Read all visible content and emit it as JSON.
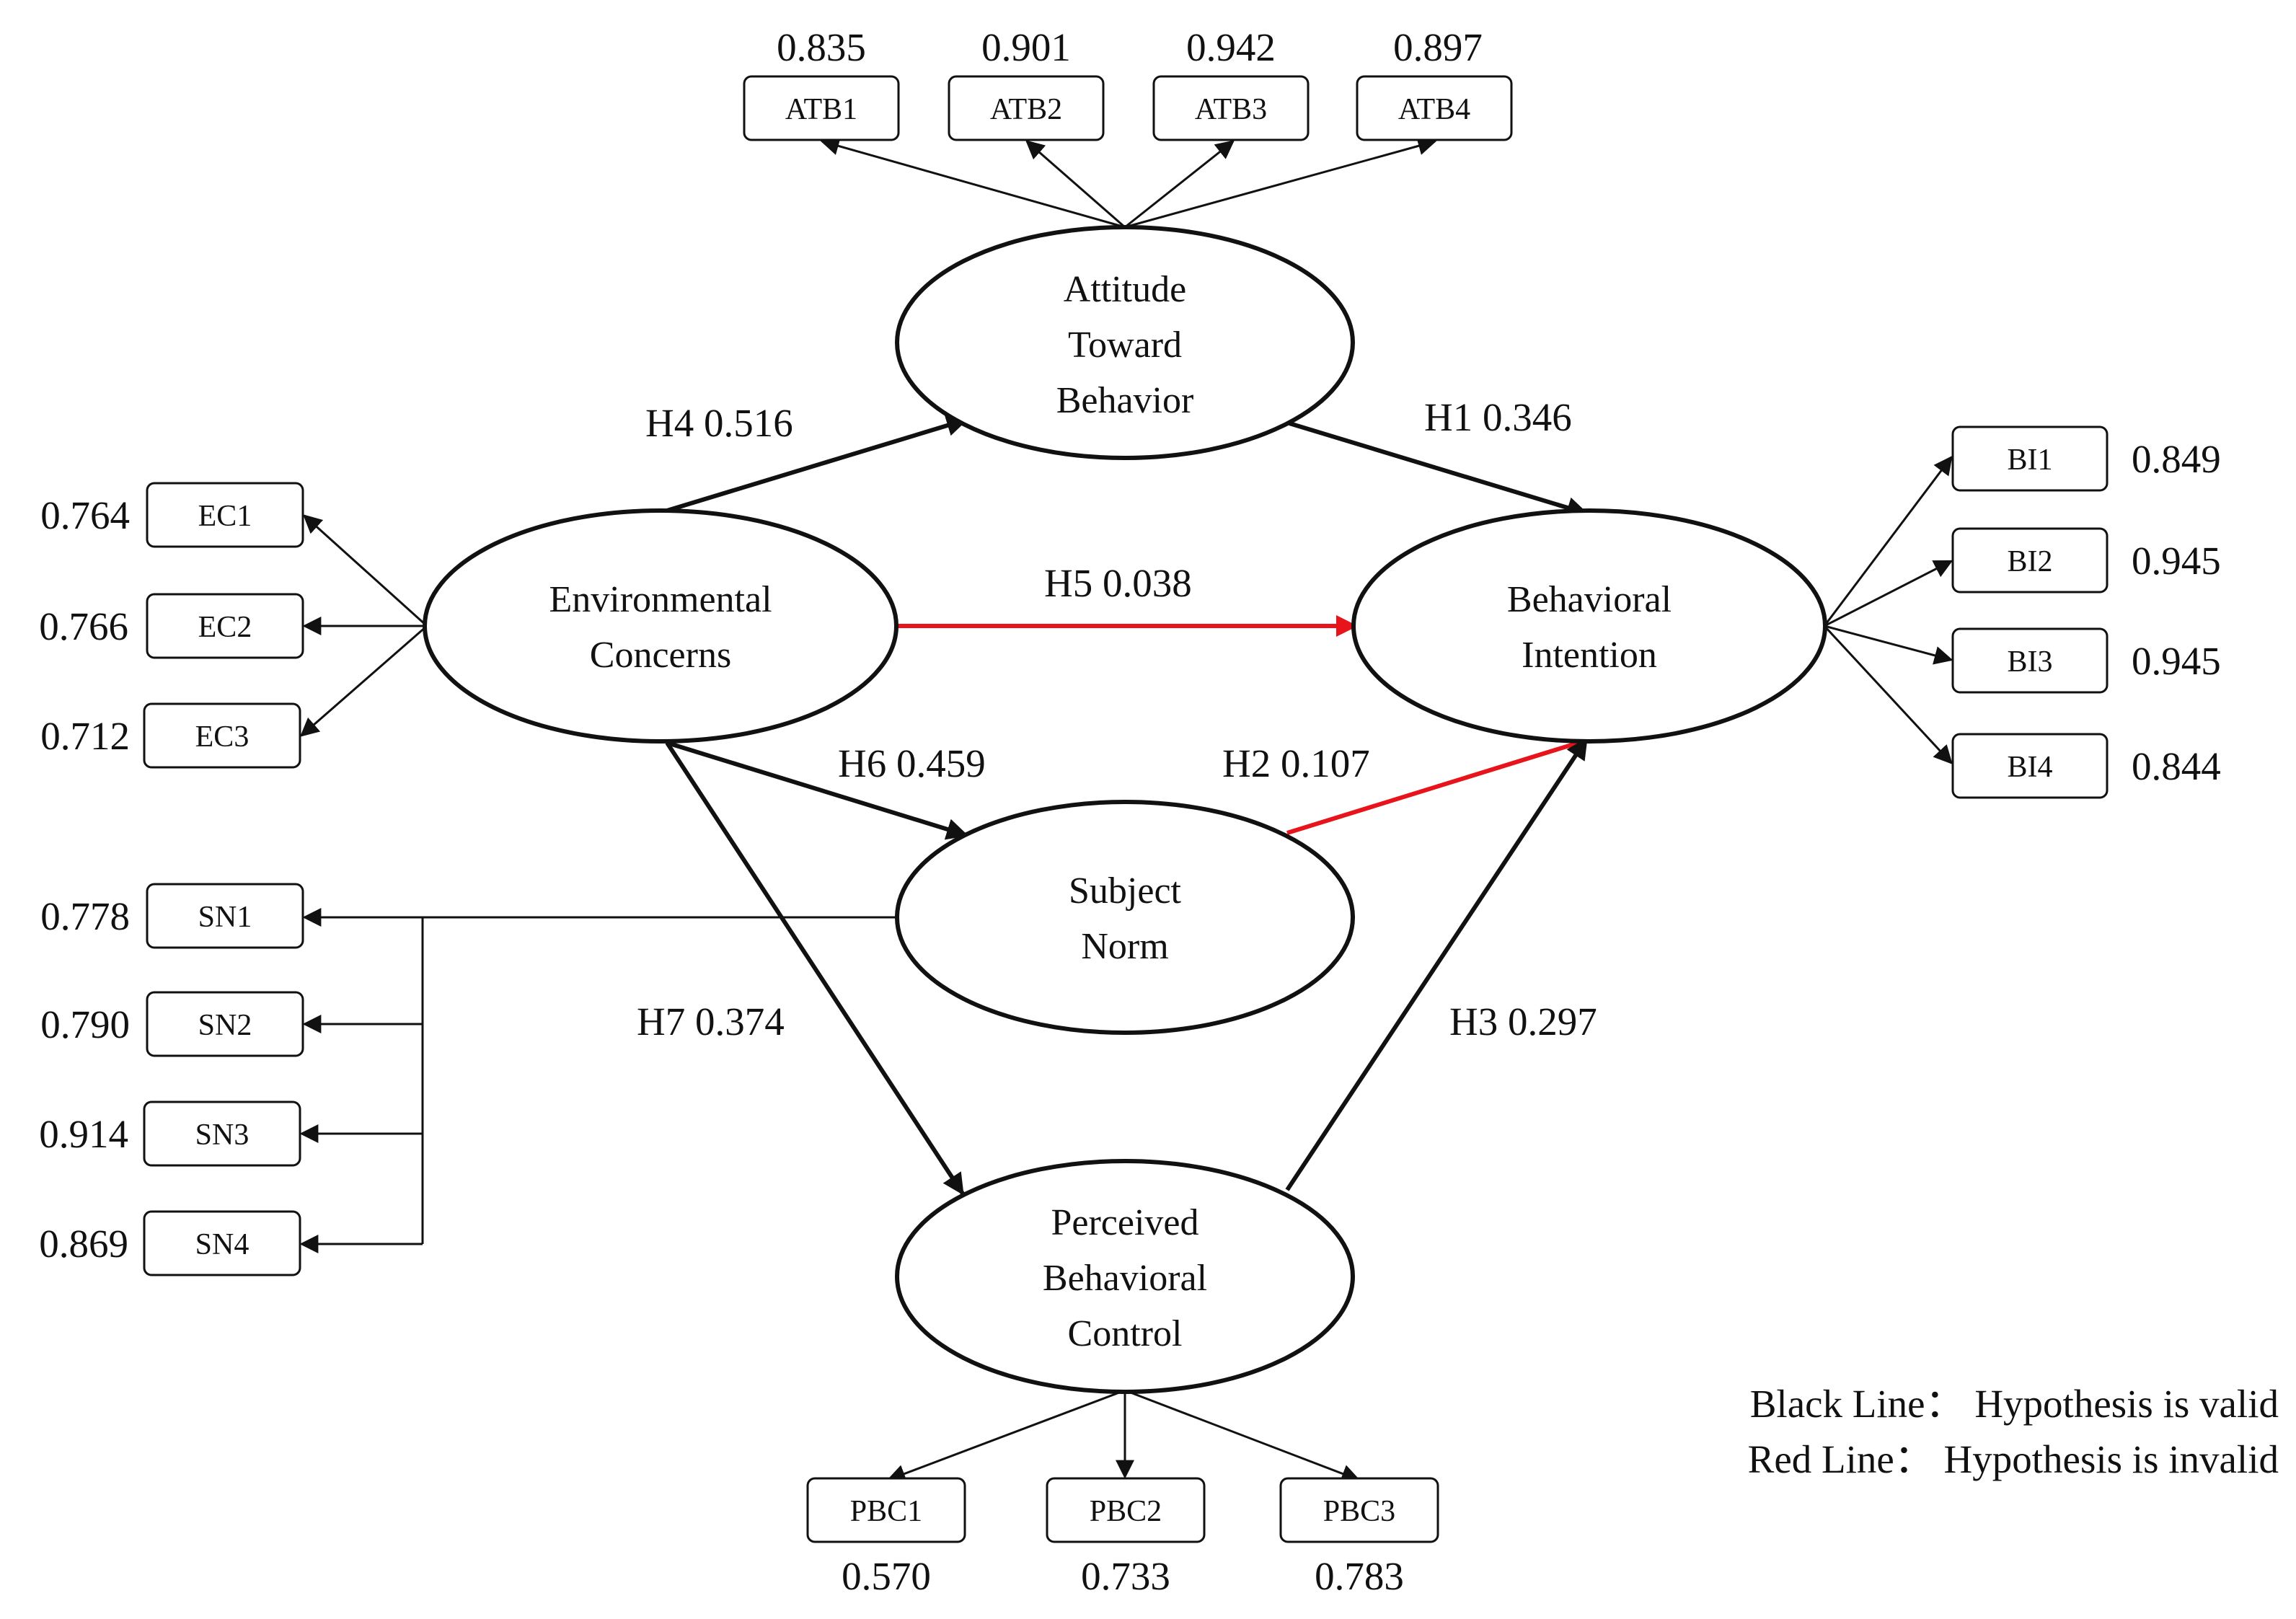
{
  "colors": {
    "valid": "#111111",
    "invalid": "#e8141b",
    "background": "#ffffff"
  },
  "constructs": {
    "atb": {
      "lines": [
        "Attitude",
        "Toward",
        "Behavior"
      ]
    },
    "ec": {
      "lines": [
        "Environmental",
        "Concerns"
      ]
    },
    "bi": {
      "lines": [
        "Behavioral",
        "Intention"
      ]
    },
    "sn": {
      "lines": [
        "Subject",
        "Norm"
      ]
    },
    "pbc": {
      "lines": [
        "Perceived",
        "Behavioral",
        "Control"
      ]
    }
  },
  "indicators": {
    "atb": [
      {
        "label": "ATB1",
        "loading": "0.835"
      },
      {
        "label": "ATB2",
        "loading": "0.901"
      },
      {
        "label": "ATB3",
        "loading": "0.942"
      },
      {
        "label": "ATB4",
        "loading": "0.897"
      }
    ],
    "ec": [
      {
        "label": "EC1",
        "loading": "0.764"
      },
      {
        "label": "EC2",
        "loading": "0.766"
      },
      {
        "label": "EC3",
        "loading": "0.712"
      }
    ],
    "sn": [
      {
        "label": "SN1",
        "loading": "0.778"
      },
      {
        "label": "SN2",
        "loading": "0.790"
      },
      {
        "label": "SN3",
        "loading": "0.914"
      },
      {
        "label": "SN4",
        "loading": "0.869"
      }
    ],
    "bi": [
      {
        "label": "BI1",
        "loading": "0.849"
      },
      {
        "label": "BI2",
        "loading": "0.945"
      },
      {
        "label": "BI3",
        "loading": "0.945"
      },
      {
        "label": "BI4",
        "loading": "0.844"
      }
    ],
    "pbc": [
      {
        "label": "PBC1",
        "loading": "0.570"
      },
      {
        "label": "PBC2",
        "loading": "0.733"
      },
      {
        "label": "PBC3",
        "loading": "0.783"
      }
    ]
  },
  "paths": {
    "h1": {
      "label": "H1 0.346",
      "valid": true
    },
    "h2": {
      "label": "H2 0.107",
      "valid": false
    },
    "h3": {
      "label": "H3 0.297",
      "valid": true
    },
    "h4": {
      "label": "H4 0.516",
      "valid": true
    },
    "h5": {
      "label": "H5 0.038",
      "valid": false
    },
    "h6": {
      "label": "H6 0.459",
      "valid": true
    },
    "h7": {
      "label": "H7 0.374",
      "valid": true
    }
  },
  "legend": {
    "black": "Black Line： Hypothesis is valid",
    "red": "Red Line： Hypothesis is invalid"
  }
}
